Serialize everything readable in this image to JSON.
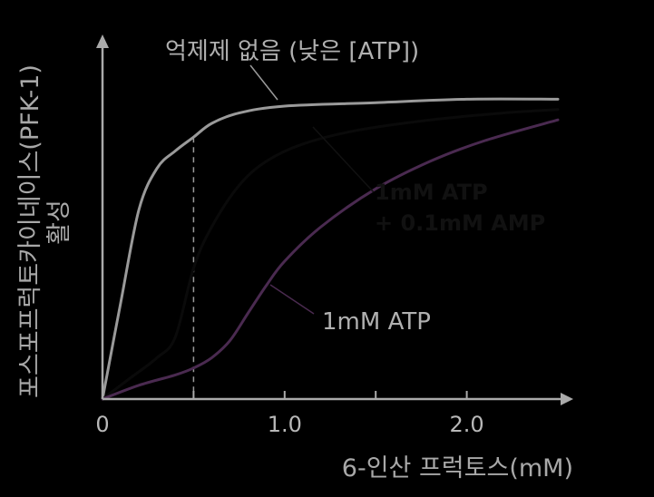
{
  "chart_data": {
    "type": "line",
    "xlabel": "6-인산 프럭토스(mM)",
    "ylabel_line1": "포스포프럭토카이네이스(PFK-1)",
    "ylabel_line2": "활성",
    "x_ticks": [
      "0",
      "1.0",
      "2.0"
    ],
    "xlim": [
      0,
      2.5
    ],
    "ylim": [
      0,
      1.0
    ],
    "reference_line_x": 0.5,
    "series": [
      {
        "name": "억제제 없음 (낮은 [ATP])",
        "color": "#9a9a9a",
        "x": [
          0,
          0.1,
          0.2,
          0.3,
          0.4,
          0.5,
          0.6,
          0.75,
          1.0,
          1.5,
          2.0,
          2.5
        ],
        "y": [
          0.0,
          0.28,
          0.55,
          0.67,
          0.72,
          0.76,
          0.8,
          0.83,
          0.85,
          0.86,
          0.87,
          0.87
        ]
      },
      {
        "name": "1mM ATP + 0.1mM AMP",
        "color": "#0a0a0a",
        "x": [
          0,
          0.15,
          0.3,
          0.4,
          0.5,
          0.6,
          0.75,
          0.9,
          1.1,
          1.4,
          1.8,
          2.2,
          2.5
        ],
        "y": [
          0.0,
          0.06,
          0.12,
          0.18,
          0.38,
          0.5,
          0.62,
          0.69,
          0.74,
          0.78,
          0.81,
          0.83,
          0.84
        ]
      },
      {
        "name": "1mM ATP",
        "color": "#4a2a50",
        "x": [
          0,
          0.2,
          0.4,
          0.5,
          0.6,
          0.7,
          0.8,
          0.9,
          1.0,
          1.2,
          1.5,
          1.8,
          2.1,
          2.5
        ],
        "y": [
          0.0,
          0.04,
          0.07,
          0.09,
          0.12,
          0.17,
          0.25,
          0.33,
          0.4,
          0.5,
          0.61,
          0.69,
          0.75,
          0.81
        ]
      }
    ],
    "annotations": [
      {
        "text": "억제제 없음 (낮은 [ATP])",
        "style": "light"
      },
      {
        "text": "1mM ATP",
        "style": "dark"
      },
      {
        "text": "+ 0.1mM AMP",
        "style": "dark"
      },
      {
        "text": "1mM ATP",
        "style": "light"
      }
    ]
  }
}
